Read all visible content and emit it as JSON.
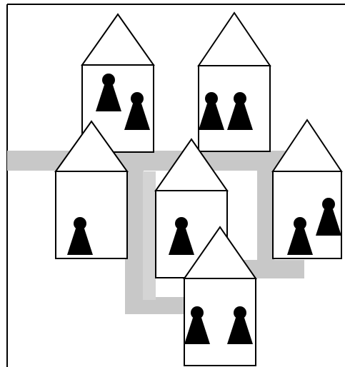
{
  "diagram": {
    "kind": "illustration",
    "colors": {
      "road": "#c8c8c8",
      "house_fill": "#ffffff",
      "outline": "#000000",
      "person": "#000000",
      "background": "#ffffff"
    },
    "houses": [
      {
        "id": "house-1",
        "occupants": 2
      },
      {
        "id": "house-2",
        "occupants": 2
      },
      {
        "id": "house-3",
        "occupants": 1
      },
      {
        "id": "house-4",
        "occupants": 1
      },
      {
        "id": "house-5",
        "occupants": 2
      },
      {
        "id": "house-6",
        "occupants": 2
      }
    ],
    "person_icon": "pawn-person-icon",
    "house_icon": "house-icon"
  }
}
